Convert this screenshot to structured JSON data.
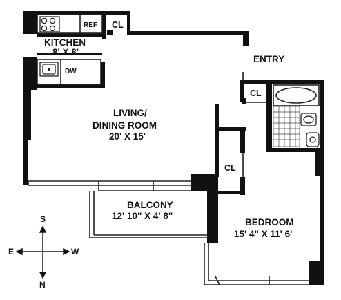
{
  "rooms": {
    "kitchen": {
      "name": "KITCHEN",
      "size": "8' X 8'"
    },
    "living": {
      "name_line1": "LIVING/",
      "name_line2": "DINING ROOM",
      "size": "20' X 15'"
    },
    "balcony": {
      "name": "BALCONY",
      "size": "12' 10\" X 4' 8\""
    },
    "bedroom": {
      "name": "BEDROOM",
      "size": "15' 4\" X 11' 6'"
    },
    "entry": {
      "name": "ENTRY"
    }
  },
  "labels": {
    "refrigerator": "REF",
    "dishwasher": "DW",
    "closet_kitchen": "CL",
    "closet_bath": "CL",
    "closet_bedroom": "CL"
  },
  "compass": {
    "north": "N",
    "south": "S",
    "east": "E",
    "west": "W"
  },
  "colors": {
    "wall": "#111111",
    "wall_outline": "#222222",
    "window": "#9a9a9a",
    "background": "#ffffff"
  },
  "icons": [
    "stove-icon",
    "sink-icon",
    "bathtub-icon",
    "toilet-icon",
    "compass-icon"
  ]
}
